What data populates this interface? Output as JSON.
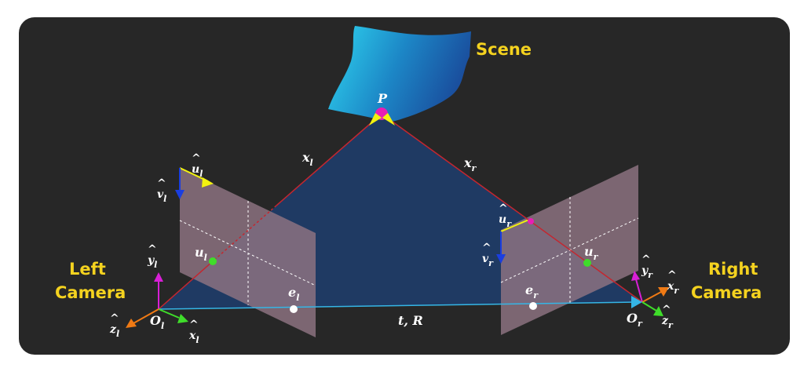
{
  "labels": {
    "scene": "Scene",
    "left_camera_line1": "Left",
    "left_camera_line2": "Camera",
    "right_camera_line1": "Right",
    "right_camera_line2": "Camera",
    "point_p": "P",
    "ray_left": "x",
    "ray_left_sub": "l",
    "ray_right": "x",
    "ray_right_sub": "r",
    "baseline": "t, R",
    "u_left": "u",
    "u_left_sub": "l",
    "u_right": "u",
    "u_right_sub": "r",
    "e_left": "e",
    "e_left_sub": "l",
    "e_right": "e",
    "e_right_sub": "r",
    "o_left": "O",
    "o_left_sub": "l",
    "o_right": "O",
    "o_right_sub": "r",
    "uhat_left": "u",
    "uhat_left_sub": "l",
    "vhat_left": "v",
    "vhat_left_sub": "l",
    "uhat_right": "u",
    "uhat_right_sub": "r",
    "vhat_right": "v",
    "vhat_right_sub": "r",
    "yhat_left": "y",
    "yhat_left_sub": "l",
    "xhat_left": "x",
    "xhat_left_sub": "l",
    "zhat_left": "z",
    "zhat_left_sub": "l",
    "yhat_right": "y",
    "yhat_right_sub": "r",
    "xhat_right": "x",
    "xhat_right_sub": "r",
    "zhat_right": "z",
    "zhat_right_sub": "r"
  },
  "colors": {
    "background": "#272727",
    "scene_gradient_start": "#2fd6f0",
    "scene_gradient_end": "#1a4f9e",
    "triangle_fill": "#1f3a63",
    "image_plane_fill": "#8c7280",
    "ray_line": "#c4262f",
    "baseline_line": "#35b6e6",
    "label_yellow": "#f4d21f",
    "point_magenta": "#e91eb4",
    "axis_yellow": "#f2f20f",
    "axis_blue": "#1a3ee0",
    "axis_magenta": "#d81fd6",
    "axis_green": "#3fdd2a",
    "axis_orange": "#f07a14"
  }
}
